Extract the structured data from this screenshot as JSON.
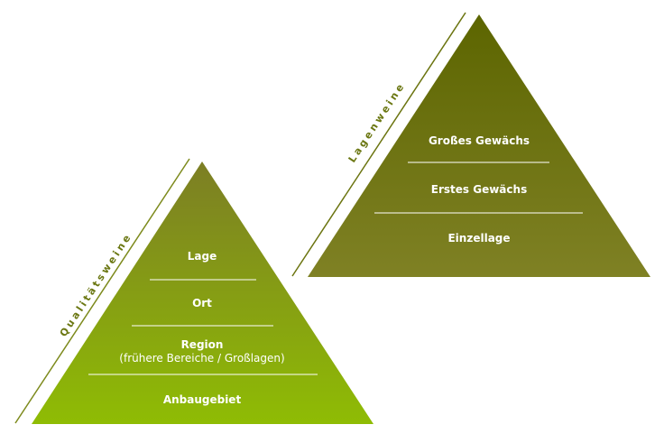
{
  "colors": {
    "left_top": "#7c7e24",
    "left_bottom": "#8fbc04",
    "right_top": "#5c6500",
    "right_bottom": "#7f8124",
    "side_line": "#7d8a1c",
    "text": "#ffffff"
  },
  "left_pyramid": {
    "side_label": "Qualitätsweine",
    "levels": [
      {
        "label": "Lage"
      },
      {
        "label": "Ort"
      },
      {
        "label": "Region",
        "sublabel": "(frühere Bereiche / Großlagen)"
      },
      {
        "label": "Anbaugebiet"
      }
    ]
  },
  "right_pyramid": {
    "side_label": "Lagenweine",
    "levels": [
      {
        "label": "Großes Gewächs"
      },
      {
        "label": "Erstes Gewächs"
      },
      {
        "label": "Einzellage"
      }
    ]
  }
}
